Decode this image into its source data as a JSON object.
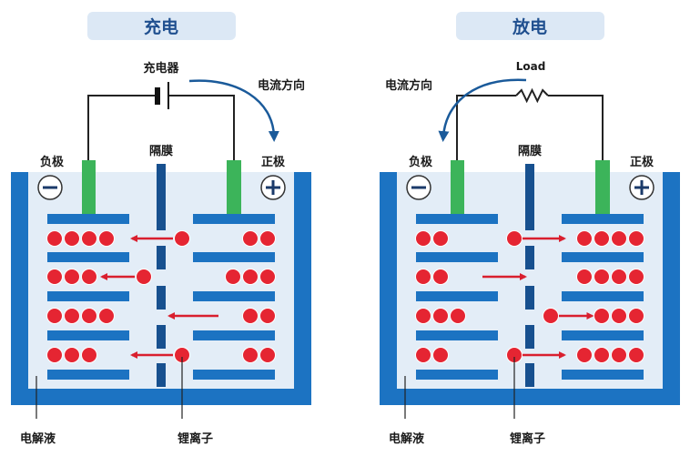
{
  "colors": {
    "title_bg": "#dce8f5",
    "title_text": "#1f4f8f",
    "container": "#1c73c2",
    "electrolyte": "#e3edf7",
    "plate": "#1c73c2",
    "separator": "#17508f",
    "electrode": "#3cb45a",
    "ion": "#e52532",
    "ion_arrow": "#d91f2e",
    "current_arrow": "#1a5a9a",
    "wire": "#222222"
  },
  "panels": [
    {
      "id": "charge",
      "title": "充电",
      "source_label": "充电器",
      "source_type": "battery",
      "current_label": "电流方向",
      "current_direction": "to-positive",
      "negative_label": "负极",
      "positive_label": "正极",
      "separator_label": "隔膜",
      "electrolyte_label": "电解液",
      "ion_label": "锂离子",
      "negative_symbol": "−",
      "positive_symbol": "+",
      "rows": [
        {
          "left_ions": 4,
          "right_ions": 2,
          "arrow": "left",
          "moving_ion": "right-of-separator",
          "arrow_span": "long"
        },
        {
          "left_ions": 3,
          "right_ions": 3,
          "arrow": "left",
          "moving_ion": "left-of-separator",
          "arrow_span": "short-left"
        },
        {
          "left_ions": 4,
          "right_ions": 2,
          "arrow": "left",
          "moving_ion": "none",
          "arrow_span": "right-side"
        },
        {
          "left_ions": 3,
          "right_ions": 2,
          "arrow": "left",
          "moving_ion": "right-of-separator",
          "arrow_span": "long"
        }
      ]
    },
    {
      "id": "discharge",
      "title": "放电",
      "source_label": "Load",
      "source_type": "resistor",
      "current_label": "电流方向",
      "current_direction": "to-negative",
      "negative_label": "负极",
      "positive_label": "正极",
      "separator_label": "隔膜",
      "electrolyte_label": "电解液",
      "ion_label": "锂离子",
      "negative_symbol": "−",
      "positive_symbol": "+",
      "rows": [
        {
          "left_ions": 2,
          "right_ions": 4,
          "arrow": "right",
          "moving_ion": "left-of-separator",
          "arrow_span": "long"
        },
        {
          "left_ions": 2,
          "right_ions": 4,
          "arrow": "right",
          "moving_ion": "none",
          "arrow_span": "left-side"
        },
        {
          "left_ions": 3,
          "right_ions": 3,
          "arrow": "right",
          "moving_ion": "right-of-separator",
          "arrow_span": "short-right"
        },
        {
          "left_ions": 2,
          "right_ions": 4,
          "arrow": "right",
          "moving_ion": "left-of-separator",
          "arrow_span": "long"
        }
      ]
    }
  ]
}
